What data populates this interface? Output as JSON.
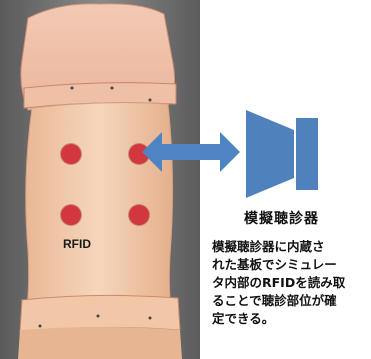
{
  "diagram": {
    "rfid_label": "RFID",
    "device_name": "模擬聴診器",
    "description_lines": [
      "模擬聴診器に内蔵さ",
      "れた基板でシミュレー",
      "タ内部のRFIDを読み取",
      "ることで聴診部位が確",
      "定できる。"
    ],
    "colors": {
      "sensor_dot": "#d2373d",
      "arrow": "#4f84c4",
      "device": "#4f81bd",
      "skin": "#f1c9a8",
      "background_dark": "#6c6c6c"
    },
    "icons": {
      "arrow": "double-headed-arrow-icon",
      "device": "speaker-shaped-stethoscope-icon"
    }
  }
}
